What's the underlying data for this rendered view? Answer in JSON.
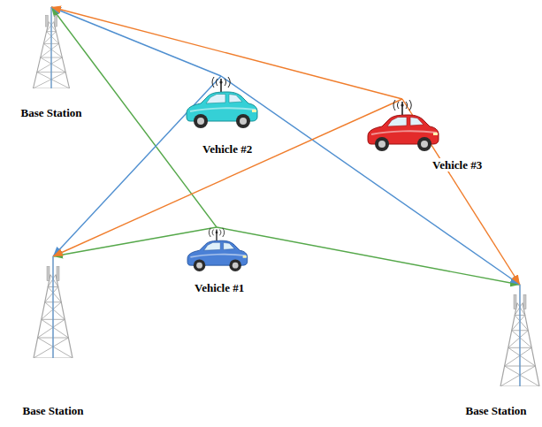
{
  "diagram": {
    "nodes": [
      {
        "text": [
          "Base Station"
        ]
      },
      {
        "text": [
          "Vehicle #2"
        ]
      },
      {
        "text": [
          "Vehicle #3"
        ]
      },
      {
        "text": [
          "Vehicle #1"
        ]
      },
      {
        "text": [
          "Base Station"
        ]
      },
      {
        "text": [
          "Base Station"
        ]
      }
    ],
    "edges": [
      {
        "from": 3,
        "to": 0,
        "arrow": "to"
      },
      {
        "from": 3,
        "to": 4,
        "arrow": "to"
      },
      {
        "from": 3,
        "to": 5,
        "arrow": "to"
      },
      {
        "from": 1,
        "to": 0,
        "arrow": "to"
      },
      {
        "from": 1,
        "to": 4,
        "arrow": "to"
      },
      {
        "from": 1,
        "to": 5,
        "arrow": "to"
      },
      {
        "from": 2,
        "to": 0,
        "arrow": "to"
      },
      {
        "from": 2,
        "to": 4,
        "arrow": "to"
      },
      {
        "from": 2,
        "to": 5,
        "arrow": "to"
      }
    ]
  }
}
